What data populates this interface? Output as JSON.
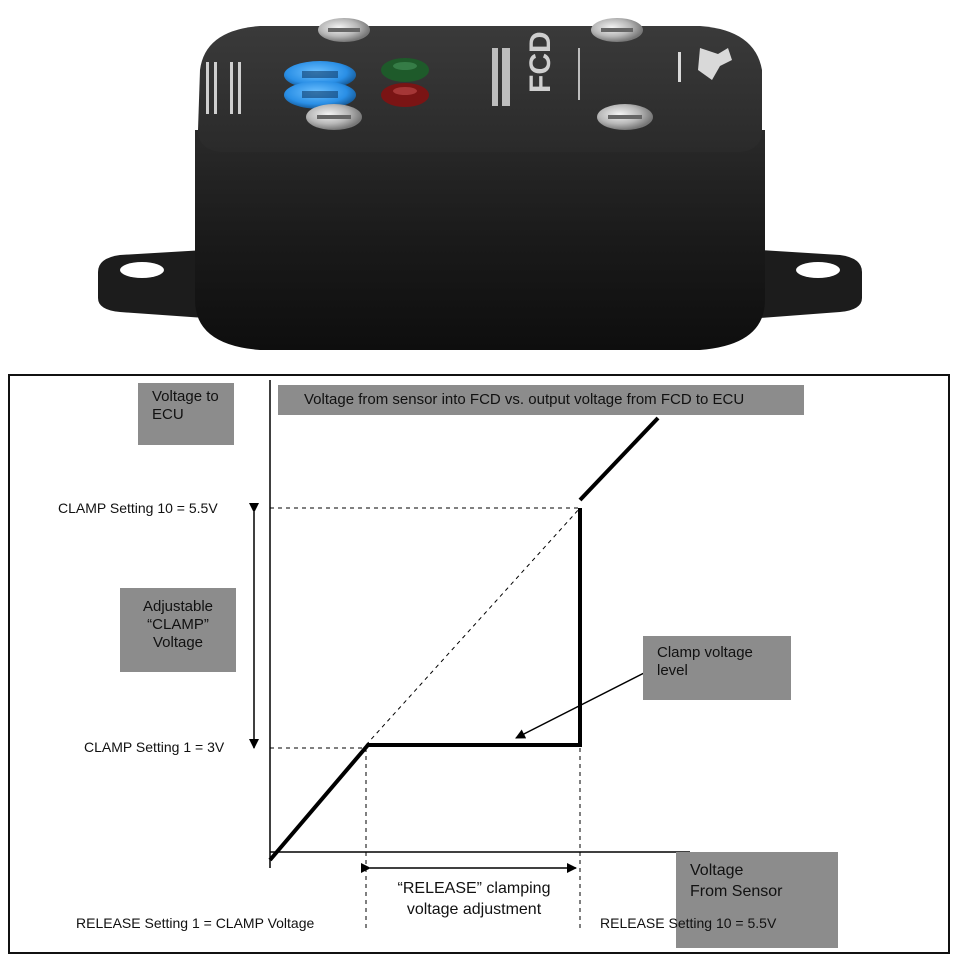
{
  "photo": {
    "brand_logo_text": "FCD",
    "led_colors": [
      "#1e5a2a",
      "#7a1414"
    ],
    "knob_color": "#2a8fe6",
    "housing_color": "#1b1b1b"
  },
  "diagram": {
    "title": "Voltage from sensor into FCD vs. output voltage from FCD to ECU",
    "y_axis_label_line1": "Voltage to",
    "y_axis_label_line2": "ECU",
    "x_axis_label_line1": "Voltage",
    "x_axis_label_line2": "From Sensor",
    "clamp_high_label": "CLAMP Setting 10 = 5.5V",
    "clamp_low_label": "CLAMP Setting 1 = 3V",
    "adjustable_line1": "Adjustable",
    "adjustable_line2": "“CLAMP”",
    "adjustable_line3": "Voltage",
    "clamp_level_line1": "Clamp voltage",
    "clamp_level_line2": "level",
    "release_adjust_line1": "“RELEASE” clamping",
    "release_adjust_line2": "voltage adjustment",
    "release_low_label": "RELEASE Setting 1 = CLAMP Voltage",
    "release_high_label": "RELEASE Setting 10 = 5.5V",
    "box_color": "#8c8c8c",
    "line_color": "#000000"
  }
}
